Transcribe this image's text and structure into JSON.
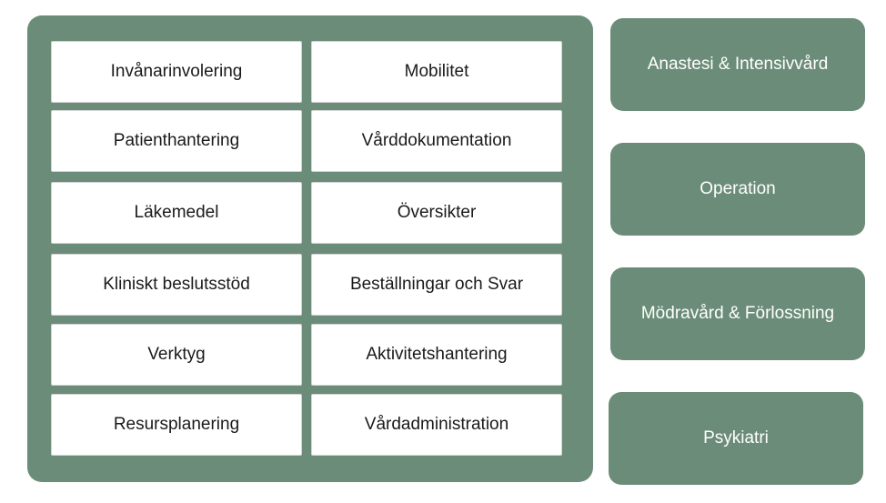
{
  "colors": {
    "panel_green": "#6b8c78",
    "cell_background": "#ffffff",
    "cell_text": "#1a1a1a",
    "side_text": "#ffffff"
  },
  "grid": {
    "left_column": [
      "Invånarinvolering",
      "Patienthantering",
      "Läkemedel",
      "Kliniskt beslutsstöd",
      "Verktyg",
      "Resursplanering"
    ],
    "right_column": [
      "Mobilitet",
      "Vårddokumentation",
      "Översikter",
      "Beställningar och Svar",
      "Aktivitetshantering",
      "Vårdadministration"
    ]
  },
  "side_boxes": [
    "Anastesi & Intensivvård",
    "Operation",
    "Mödravård & Förlossning",
    "Psykiatri"
  ]
}
